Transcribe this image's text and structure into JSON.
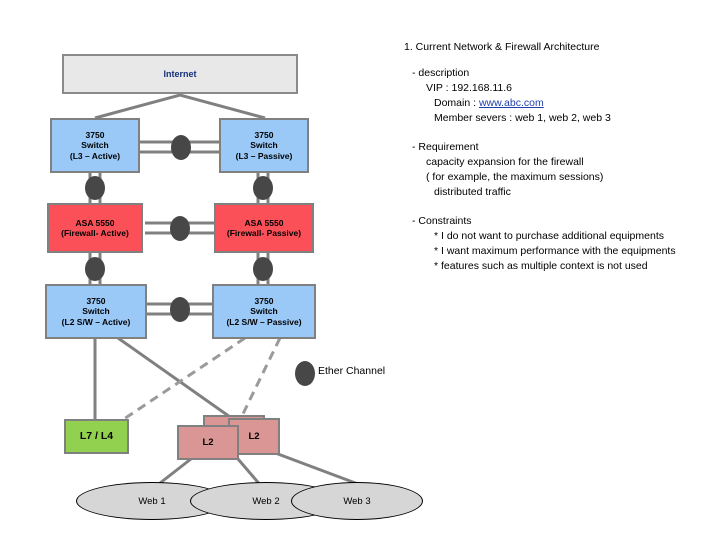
{
  "diagram": {
    "title_text": "1.  Current Network & Firewall Architecture",
    "internet": {
      "label": "Internet"
    },
    "switches_l3": [
      {
        "line1": "3750",
        "line2": "Switch",
        "line3": "(L3 – Active)"
      },
      {
        "line1": "3750",
        "line2": "Switch",
        "line3": "(L3 – Passive)"
      }
    ],
    "firewalls": [
      {
        "line1": "ASA 5550",
        "line2": "(Firewall- Active)"
      },
      {
        "line1": "ASA 5550",
        "line2": "(Firewall- Passive)"
      }
    ],
    "switches_l2": [
      {
        "line1": "3750",
        "line2": "Switch",
        "line3": "(L2 S/W  – Active)"
      },
      {
        "line1": "3750",
        "line2": "Switch",
        "line3": "(L2 S/W – Passive)"
      }
    ],
    "l7l4": {
      "label": "L7 / L4"
    },
    "l2_stack": [
      {
        "label": ""
      },
      {
        "label": "L2"
      },
      {
        "label": "L2"
      }
    ],
    "web_servers": [
      {
        "label": "Web 1"
      },
      {
        "label": "Web 2"
      },
      {
        "label": "Web 3"
      }
    ],
    "legend": {
      "ether_channel": "Ether Channel"
    },
    "colors": {
      "internet_fill": "#e8e8e8",
      "internet_text": "#17307a",
      "switch_fill": "#9ac9f8",
      "firewall_fill": "#fc5058",
      "l7l4_fill": "#92d050",
      "l2_fill": "#d99694",
      "web_fill": "#d6d6d6",
      "wire": "#808080",
      "ether_blob": "#474747",
      "link_text": "#1f3fae"
    }
  },
  "notes": {
    "heading": "1.  Current Network & Firewall Architecture",
    "description": {
      "title": "- description",
      "vip": "VIP : 192.168.11.6",
      "domain_label": "Domain : ",
      "domain_value": "www.abc.com",
      "members": "Member severs :  web 1, web 2, web 3"
    },
    "requirement": {
      "title": "- Requirement",
      "lines": [
        "capacity expansion for the firewall",
        "( for example, the maximum sessions)",
        "distributed traffic"
      ]
    },
    "constraints": {
      "title": "-  Constraints",
      "lines": [
        "* I do not want to purchase additional equipments",
        "* I want maximum performance with the equipments",
        "* features such as multiple context is not used"
      ]
    }
  }
}
